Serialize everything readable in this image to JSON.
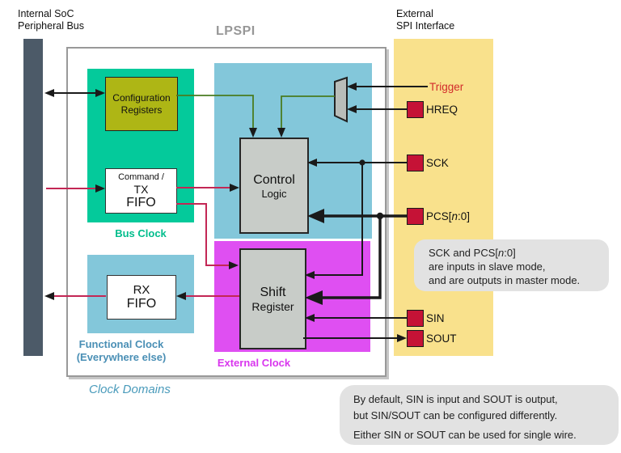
{
  "labels": {
    "internal_bus": "Internal SoC\nPeripheral Bus",
    "external_spi": "External\nSPI Interface",
    "title": "LPSPI",
    "clock_domains": "Clock Domains"
  },
  "regions": {
    "bus_clock": {
      "label": "Bus Clock",
      "color": "#04CA9B"
    },
    "control_domain": {
      "color": "#83C7DA"
    },
    "external_clock": {
      "label": "External Clock",
      "color": "#DF4FF2"
    },
    "functional_clock": {
      "label": "Functional Clock",
      "sublabel": "(Everywhere else)",
      "color": "#83C7DA"
    }
  },
  "blocks": {
    "config_registers": {
      "line1": "Configuration",
      "line2": "Registers"
    },
    "tx_fifo": {
      "line1": "Command /",
      "line2": "TX",
      "line3": "FIFO"
    },
    "control_logic": {
      "line1": "Control",
      "line2": "Logic"
    },
    "shift_register": {
      "line1": "Shift",
      "line2": "Register"
    },
    "rx_fifo": {
      "line1": "RX",
      "line2": "FIFO"
    }
  },
  "ports": {
    "trigger": {
      "label": "Trigger",
      "color": "#D22B2B"
    },
    "hreq": {
      "label": "HREQ"
    },
    "sck": {
      "label": "SCK"
    },
    "pcs": {
      "prefix": "PCS[",
      "n": "n",
      "suffix": ":0]"
    },
    "sin": {
      "label": "SIN"
    },
    "sout": {
      "label": "SOUT"
    }
  },
  "callouts": {
    "sck_pcs": {
      "line1_prefix": "SCK and PCS[",
      "line1_n": "n",
      "line1_suffix": ":0]",
      "line2": "are inputs in slave mode,",
      "line3": "and are outputs in master mode."
    },
    "sin_sout": {
      "line1": "By default, SIN is input and SOUT is output,",
      "line2": "but SIN/SOUT can be configured differently.",
      "line3": "Either SIN or SOUT can be used for single wire."
    }
  },
  "colors": {
    "bus_bar": "#4C5A68",
    "yellow_band": "#F9E18C",
    "config_box": "#AEB615",
    "gray_node": "#C8CCC8",
    "port_square": "#C51236",
    "red_wire": "#C32755",
    "green_wire": "#4A7C20",
    "callout_bg": "#E2E2E2",
    "outer_border": "#999999"
  }
}
